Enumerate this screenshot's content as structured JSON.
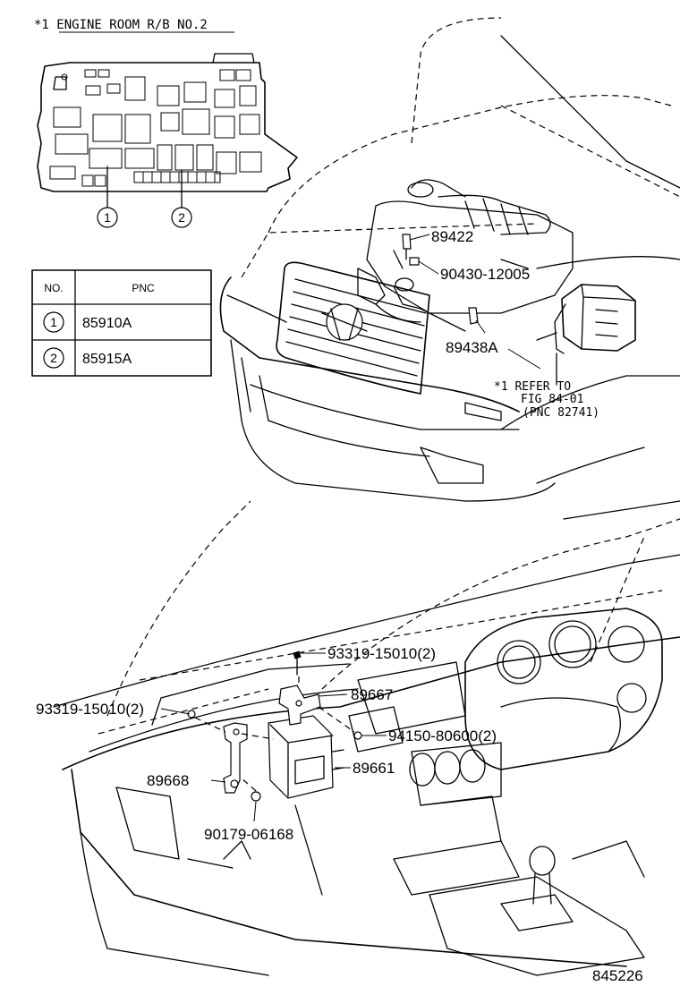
{
  "header": {
    "title": "*1 ENGINE ROOM R/B NO.2"
  },
  "callouts": [
    "1",
    "2"
  ],
  "pnc_table": {
    "head_no": "NO.",
    "head_pnc": "PNC",
    "rows": [
      {
        "no": "1",
        "pnc": "85910A"
      },
      {
        "no": "2",
        "pnc": "85915A"
      }
    ]
  },
  "engine_labels": {
    "p1": "89422",
    "p2": "90430-12005",
    "p3": "89438A",
    "refer_line1": "*1 REFER TO",
    "refer_line2": "FIG 84-01",
    "refer_line3": "(PNC 82741)"
  },
  "dash_labels": {
    "p1": "93319-15010(2)",
    "p2": "93319-15010(2)",
    "p3": "89667",
    "p4": "94150-80600(2)",
    "p5": "89668",
    "p6": "89661",
    "p7": "90179-06168"
  },
  "footer": {
    "diagram_no": "845226"
  }
}
